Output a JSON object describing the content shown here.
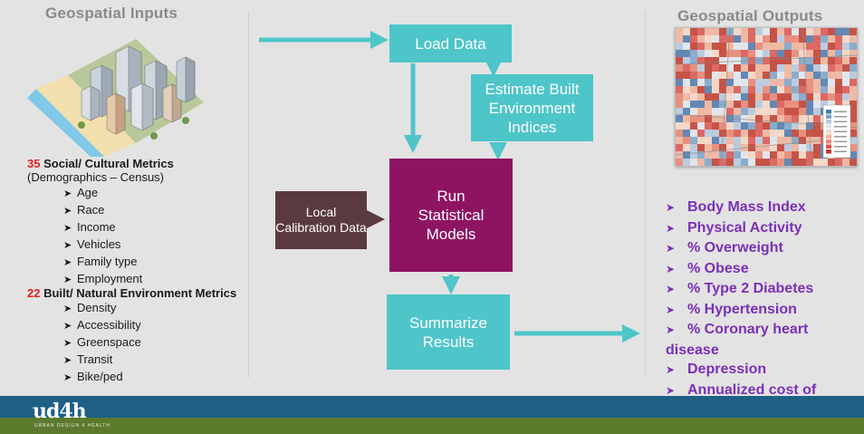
{
  "inputs": {
    "header": "Geospatial Inputs",
    "social": {
      "count": "35",
      "title": "Social/ Cultural Metrics",
      "subtitle": "(Demographics – Census)",
      "items": [
        "Age",
        "Race",
        "Income",
        "Vehicles",
        "Family type",
        "Employment"
      ]
    },
    "built": {
      "count": "22",
      "title": "Built/ Natural Environment Metrics",
      "items": [
        "Density",
        "Accessibility",
        "Greenspace",
        "Transit",
        "Bike/ped"
      ]
    }
  },
  "process": {
    "load": "Load Data",
    "estimate": "Estimate Built Environment Indices",
    "local": "Local Calibration Data",
    "run": "Run Statistical Models",
    "summarize": "Summarize Results"
  },
  "outputs": {
    "header": "Geospatial Outputs",
    "items": [
      "Body Mass Index",
      "Physical Activity",
      "% Overweight",
      "% Obese",
      "% Type 2 Diabetes",
      "% Hypertension",
      "% Coronary heart disease",
      "Depression",
      "Annualized cost of illness"
    ]
  },
  "footer": {
    "logo": "ud4h",
    "tagline": "URBAN DESIGN 4 HEALTH"
  },
  "colors": {
    "teal": "#4ec5c9",
    "plum": "#8e1462",
    "brown": "#5a3a40",
    "purple_text": "#7a30b8",
    "red_number": "#e02020",
    "footer_blue": "#1e5f86",
    "footer_green": "#5c7a2c"
  }
}
